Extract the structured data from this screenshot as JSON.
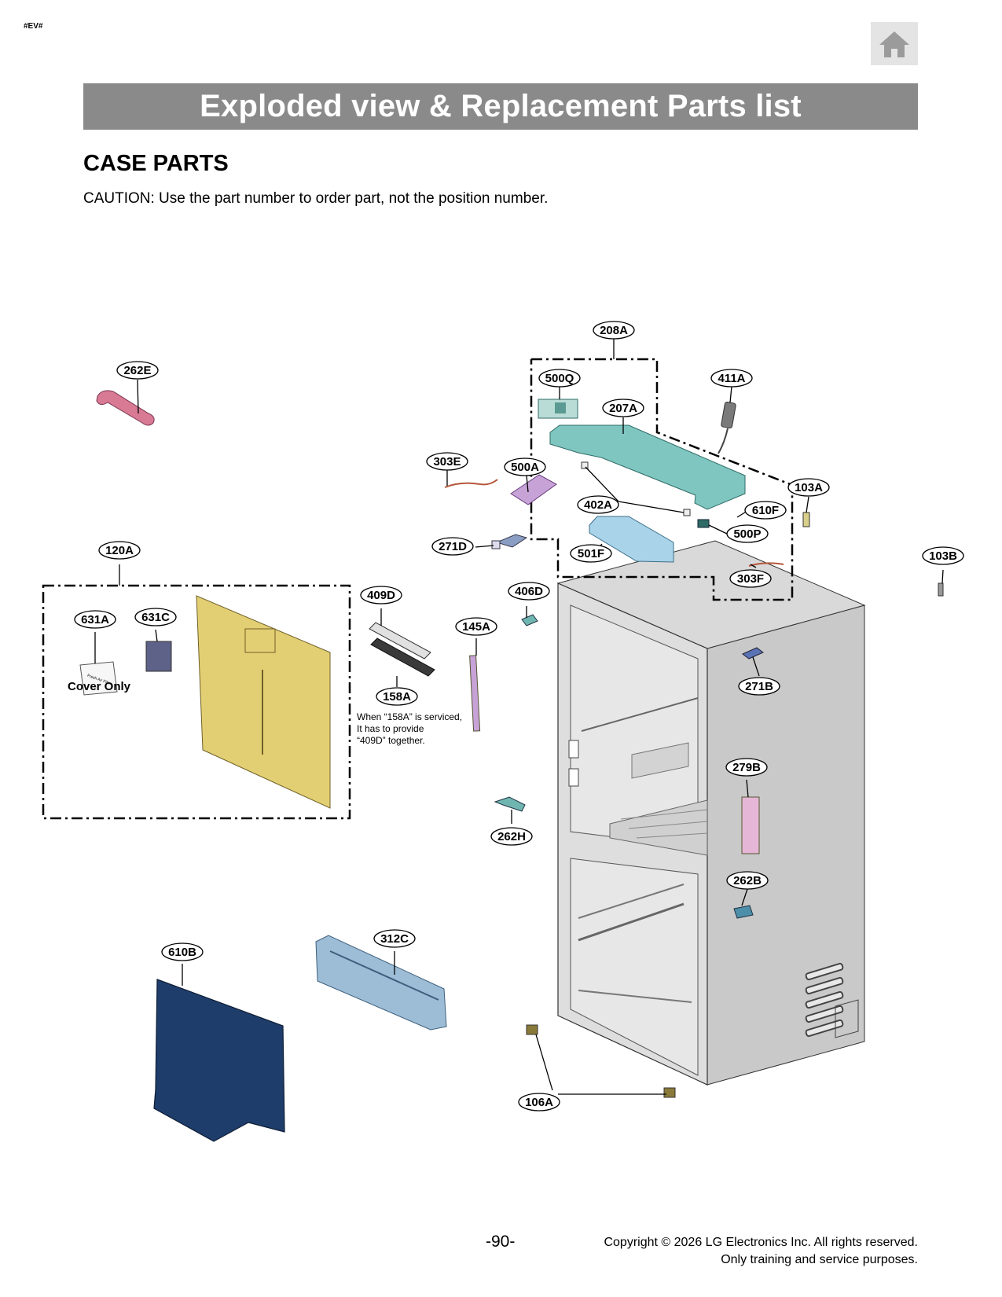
{
  "corner_tag": "#EV#",
  "home_icon": "home-icon",
  "banner_title": "Exploded view & Replacement Parts list",
  "section_title": "CASE PARTS",
  "caution": "CAUTION: Use the part number to order part, not the position number.",
  "callouts": {
    "p208A": "208A",
    "p500Q": "500Q",
    "p411A": "411A",
    "p207A": "207A",
    "p262E": "262E",
    "p303E": "303E",
    "p500A": "500A",
    "p103A": "103A",
    "p402A": "402A",
    "p610F": "610F",
    "p500P": "500P",
    "p271D": "271D",
    "p501F": "501F",
    "p120A": "120A",
    "p103B": "103B",
    "p303F": "303F",
    "p406D": "406D",
    "p409D": "409D",
    "p631A": "631A",
    "p631C": "631C",
    "p145A": "145A",
    "p271B": "271B",
    "p158A": "158A",
    "p279B": "279B",
    "p262H": "262H",
    "p262B": "262B",
    "p312C": "312C",
    "p610B": "610B",
    "p106A": "106A"
  },
  "cover_only": "Cover Only",
  "note_158A": [
    "When “158A” is serviced,",
    "It has to provide",
    "“409D” together."
  ],
  "filter_label": "Fresh Air Filter",
  "page_number": "-90-",
  "copyright_line1": "Copyright © 2026 LG Electronics Inc. All rights reserved.",
  "copyright_line2": "Only training and service purposes.",
  "colors": {
    "banner": "#8a8a8a",
    "cabinet": "#cfcfcf",
    "cover_120A": "#e3cf73",
    "wrench_262E": "#d97a95",
    "bracket_207A": "#7fc6c1",
    "cover_501F": "#a9d3e8",
    "pcb_500A": "#c7a2d6",
    "duct_312C": "#9dbdd6",
    "panel_610B": "#1f3d6b",
    "strip_279B": "#e6b6d6"
  }
}
